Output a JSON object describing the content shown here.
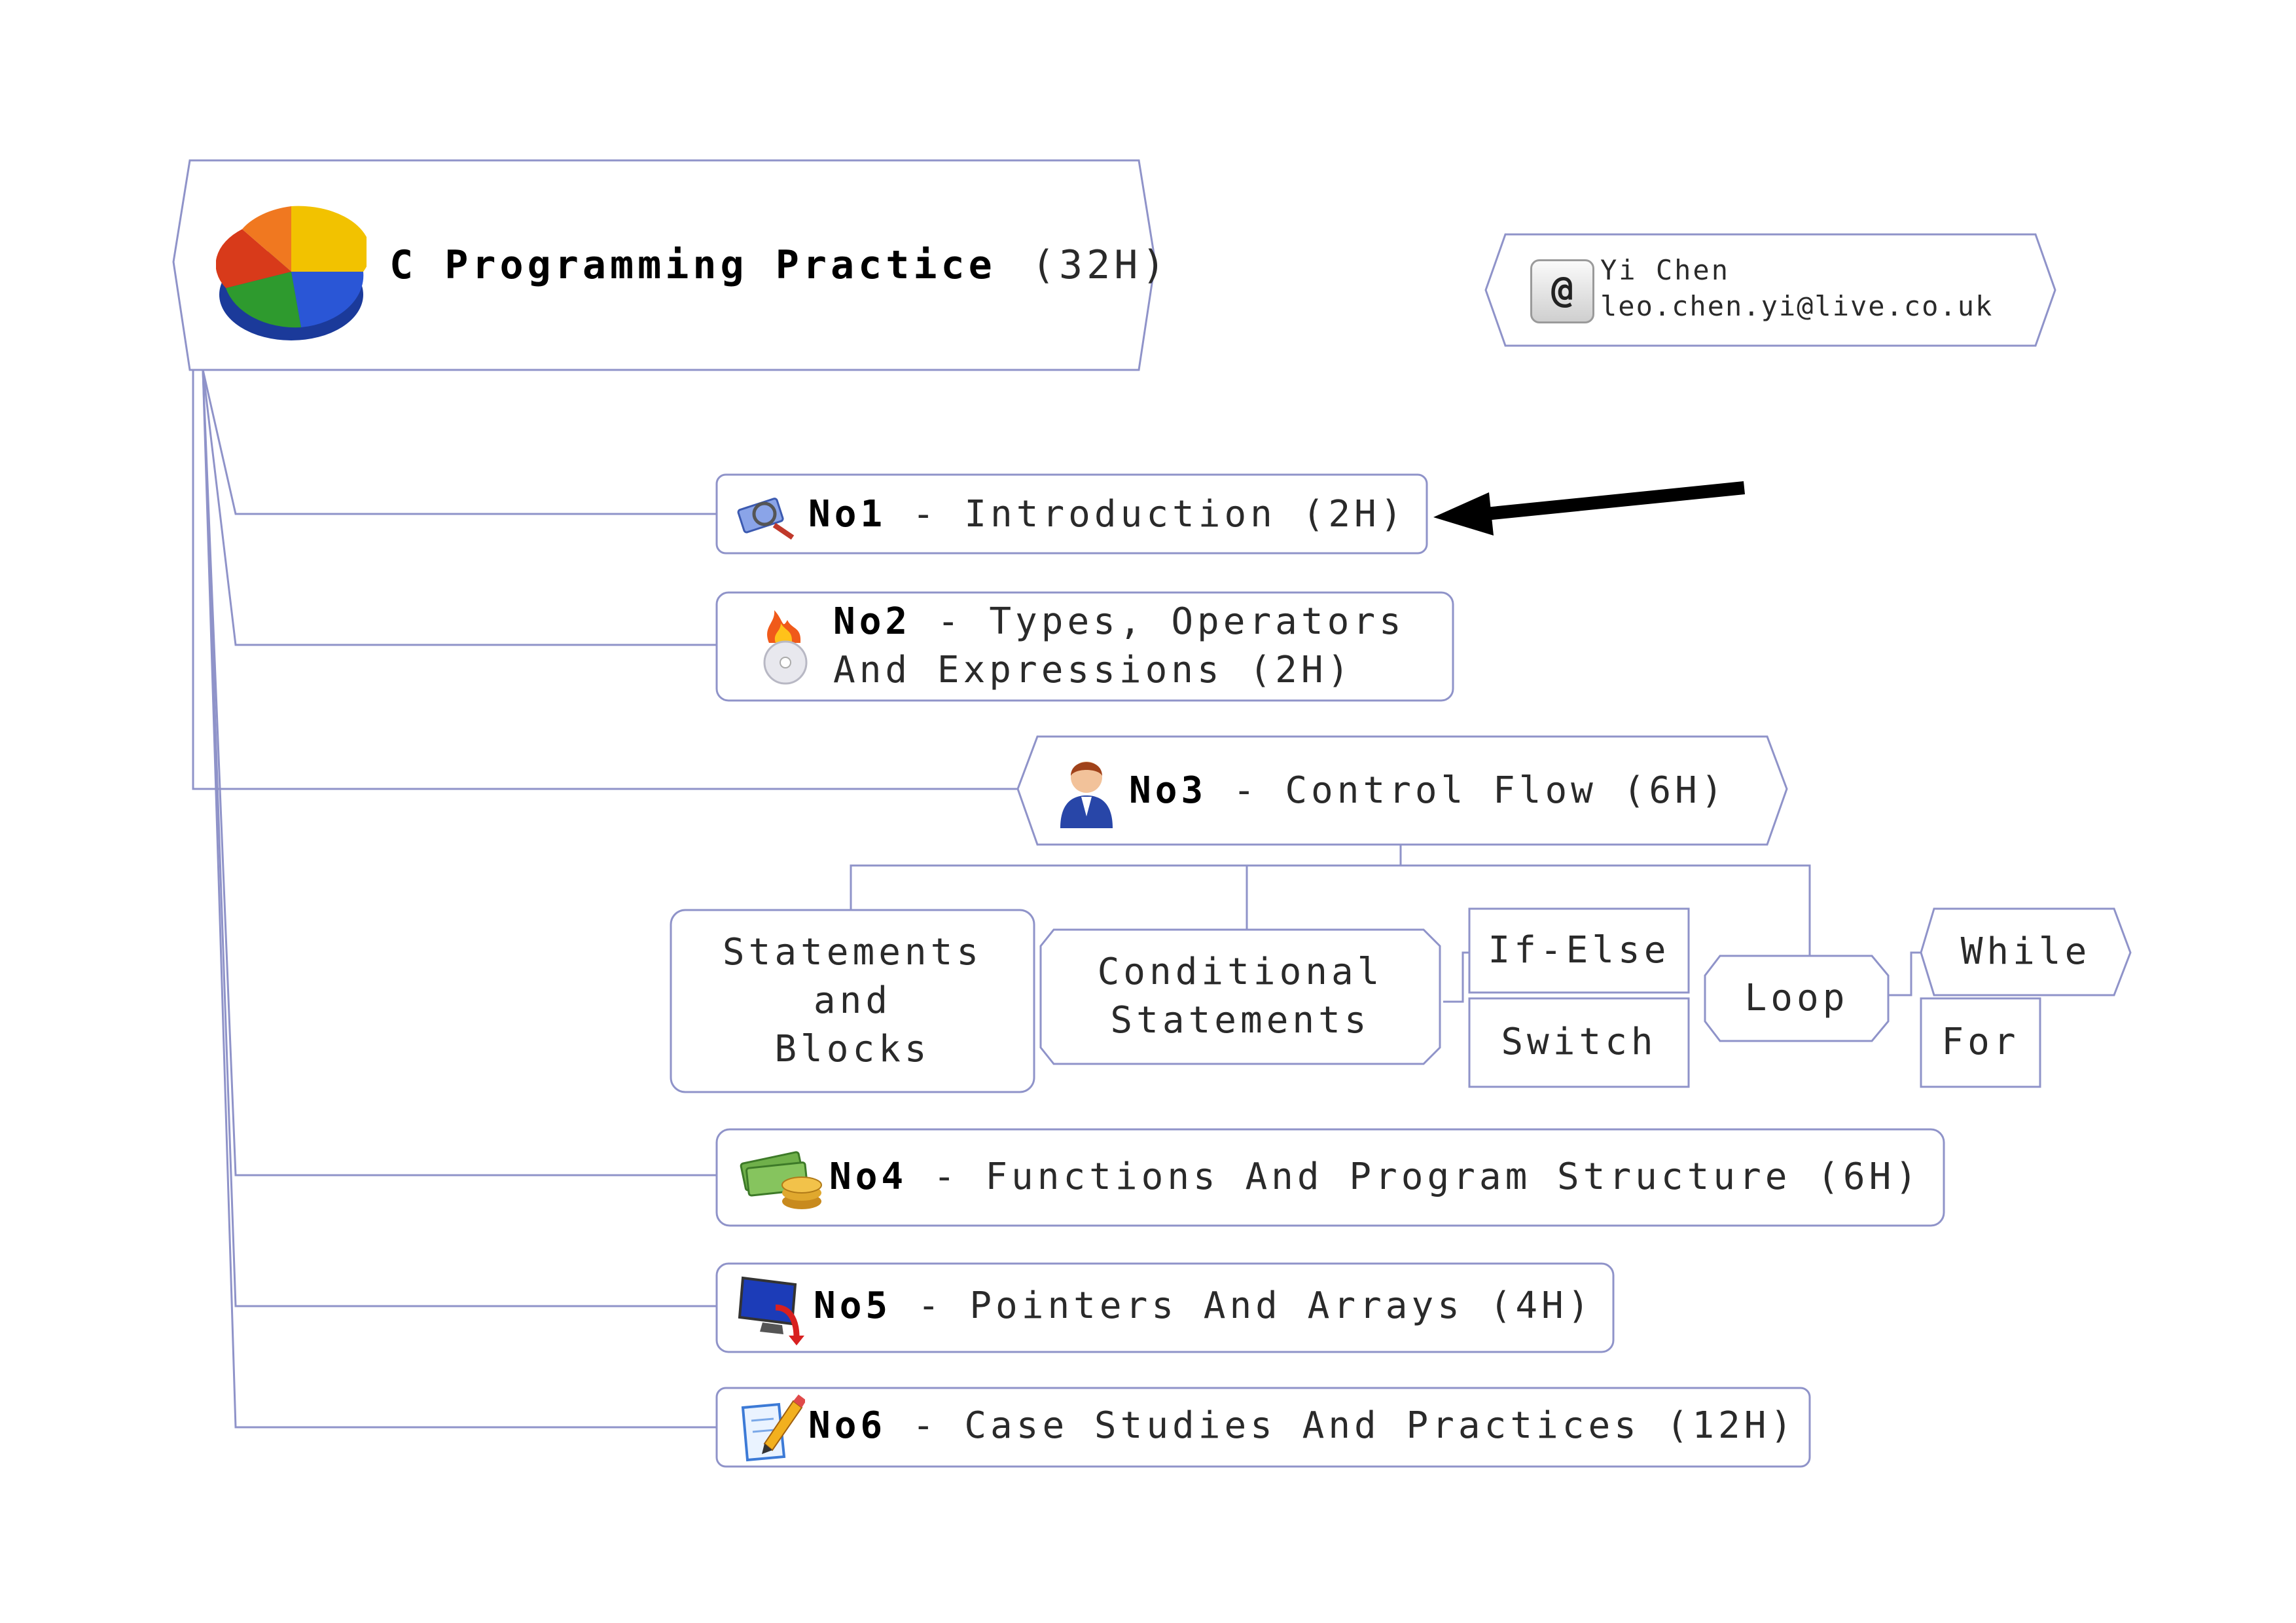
{
  "root": {
    "title": "C Programming Practice",
    "hours": "(32H)"
  },
  "author": {
    "name": "Yi Chen",
    "email": "leo.chen.yi@live.co.uk"
  },
  "topics": [
    {
      "id": "No1",
      "sep": " - ",
      "label": "Introduction (2H)"
    },
    {
      "id": "No2",
      "sep": " - ",
      "label_line1": "Types, Operators",
      "label_line2": "And Expressions (2H)"
    },
    {
      "id": "No3",
      "sep": " - ",
      "label": "Control Flow (6H)"
    },
    {
      "id": "No4",
      "sep": " - ",
      "label": "Functions And Program Structure (6H)"
    },
    {
      "id": "No5",
      "sep": " - ",
      "label": "Pointers And Arrays (4H)"
    },
    {
      "id": "No6",
      "sep": " - ",
      "label": "Case Studies And Practices (12H)"
    }
  ],
  "control_flow": {
    "statements_blocks": [
      "Statements",
      "and",
      "Blocks"
    ],
    "conditional": [
      "Conditional",
      "Statements"
    ],
    "if_else": "If-Else",
    "switch": "Switch",
    "loop": "Loop",
    "while": "While",
    "for": "For"
  },
  "colors": {
    "node_border": "#8f93c9",
    "connector": "#8f93c9",
    "arrow": "#000000"
  },
  "icons": [
    "pie-chart-icon",
    "email-at-icon",
    "magnifier-icon",
    "fire-disc-icon",
    "person-icon",
    "money-coins-icon",
    "monitor-icon",
    "notepad-pencil-icon",
    "arrow-pointer-icon"
  ]
}
